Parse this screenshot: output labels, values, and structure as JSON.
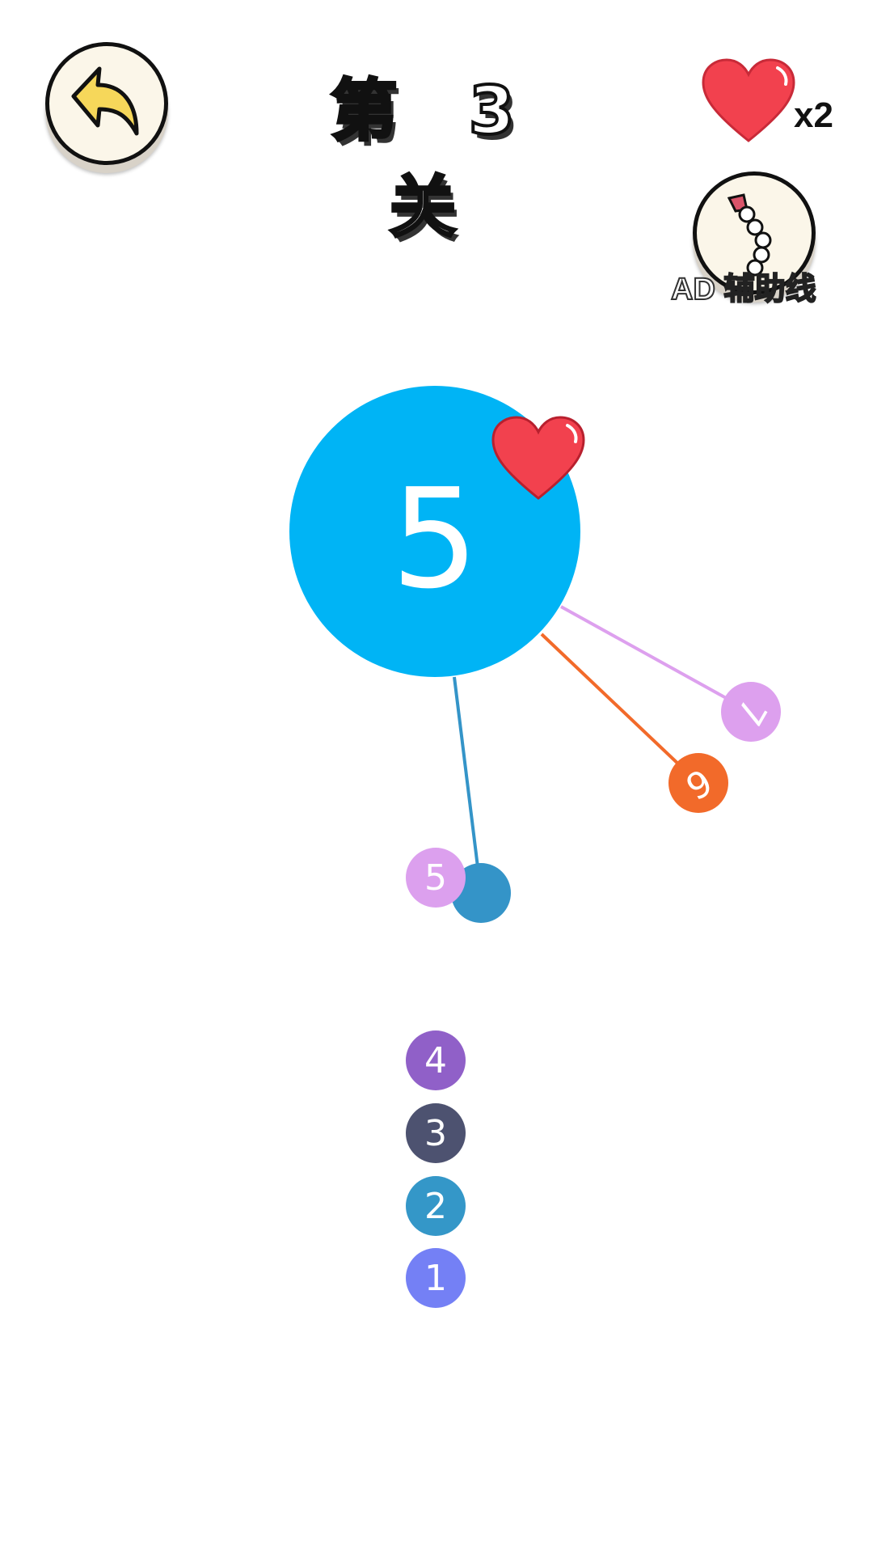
{
  "header": {
    "title": "第 3 关",
    "lives": "x2",
    "ad_label_prefix": "AD",
    "ad_label": "辅助线"
  },
  "board": {
    "main_ball": {
      "number": "5",
      "color": "#00b4f5"
    },
    "attached_balls": [
      {
        "number": "7",
        "color": "#dda0ee"
      },
      {
        "number": "6",
        "color": "#f26a2a"
      },
      {
        "number": "5",
        "color": "#dca0ee"
      }
    ],
    "pin_ball_color": "#3494c8",
    "queue": [
      {
        "number": "4",
        "color": "#9060c8"
      },
      {
        "number": "3",
        "color": "#4d5270"
      },
      {
        "number": "2",
        "color": "#3497c8"
      },
      {
        "number": "1",
        "color": "#7480f5"
      }
    ]
  }
}
